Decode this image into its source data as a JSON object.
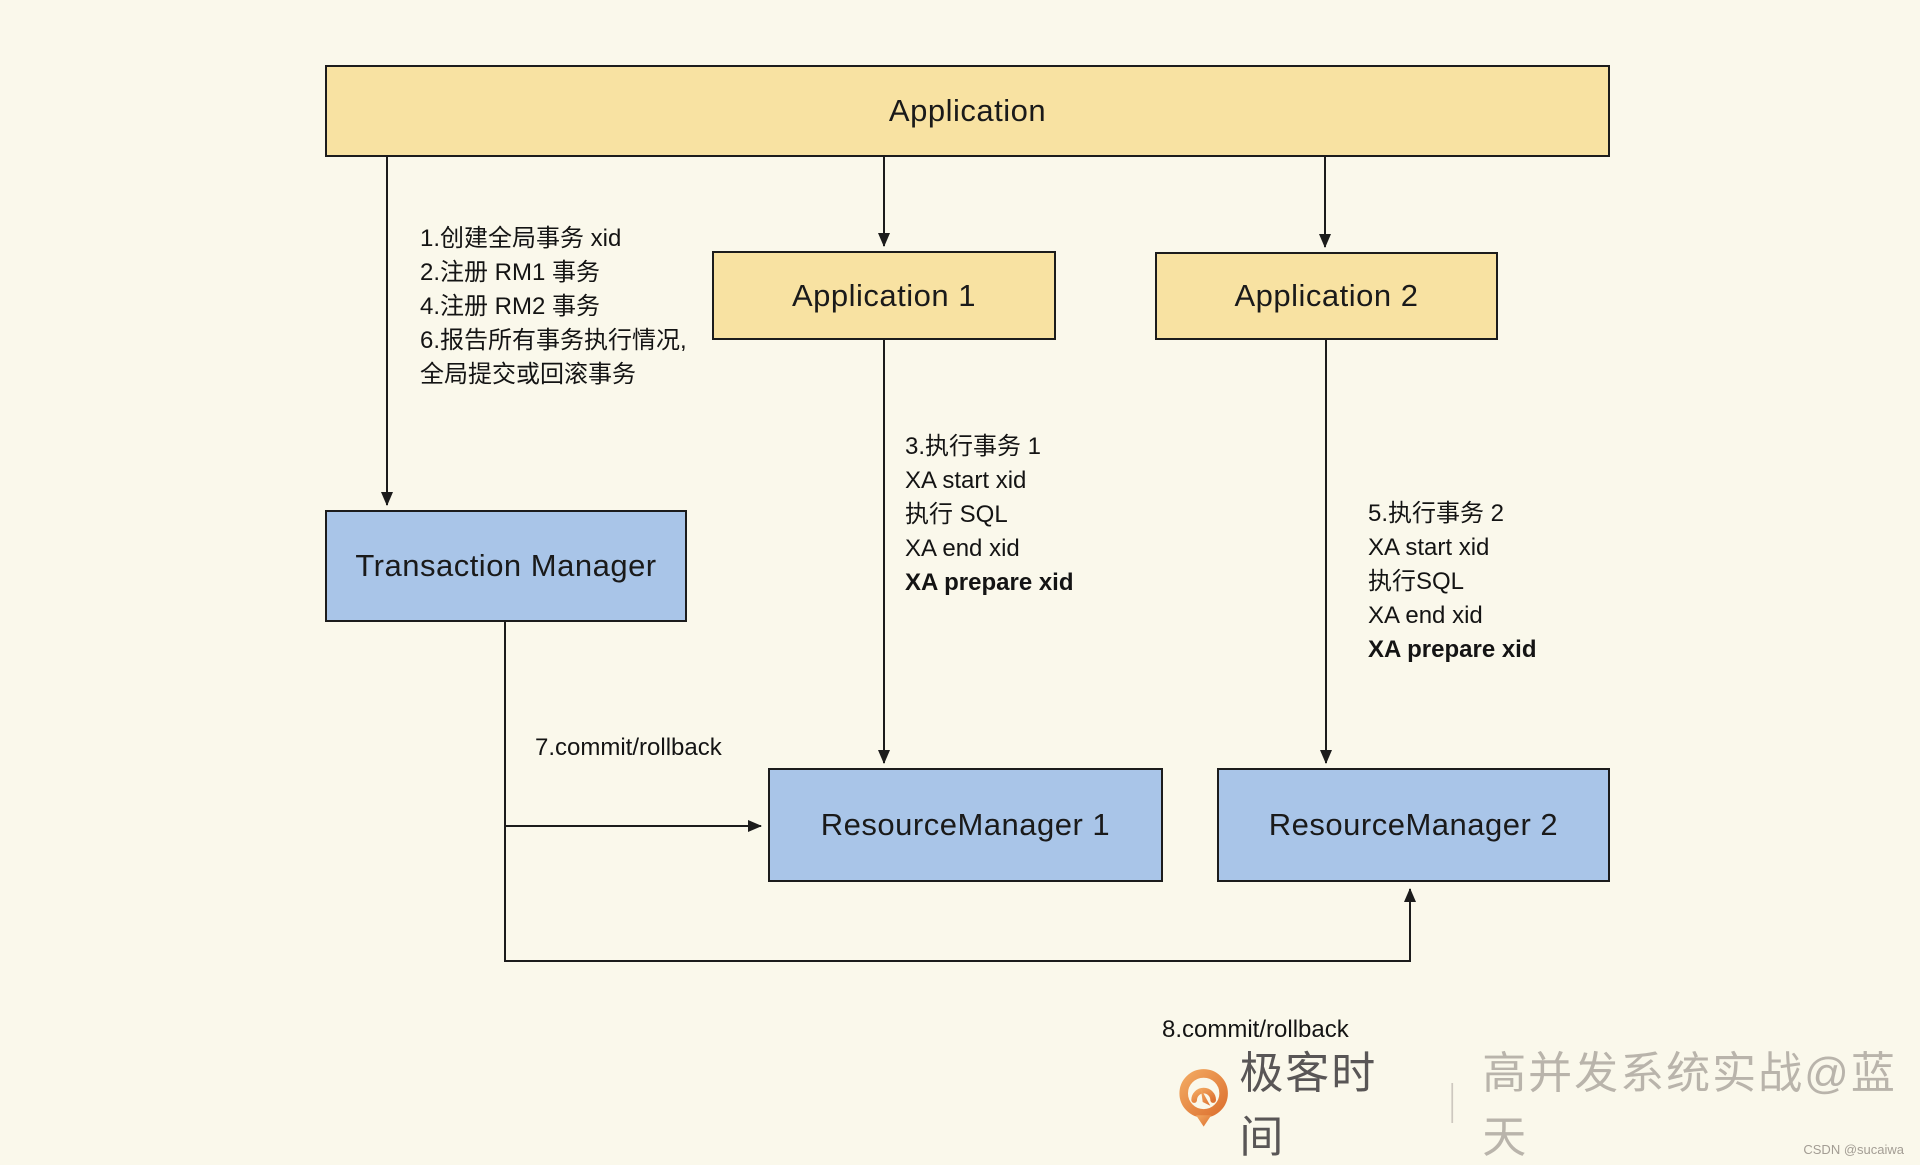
{
  "diagram": {
    "nodes": {
      "application": {
        "label": "Application"
      },
      "application1": {
        "label": "Application 1"
      },
      "application2": {
        "label": "Application 2"
      },
      "transaction_manager": {
        "label": "Transaction Manager"
      },
      "resource_manager1": {
        "label": "ResourceManager 1"
      },
      "resource_manager2": {
        "label": "ResourceManager 2"
      }
    },
    "notes": {
      "tm_steps": {
        "lines": [
          "1.创建全局事务 xid",
          "2.注册 RM1 事务",
          "4.注册 RM2 事务",
          "6.报告所有事务执行情况,",
          "全局提交或回滚事务"
        ]
      },
      "app1_steps": {
        "lines": [
          "3.执行事务 1",
          "XA start xid",
          "执行 SQL",
          "XA end xid",
          "XA prepare xid"
        ]
      },
      "app2_steps": {
        "lines": [
          "5.执行事务 2",
          "XA start xid",
          "执行SQL",
          "XA end xid",
          "XA prepare xid"
        ]
      },
      "label7": "7.commit/rollback",
      "label8": "8.commit/rollback"
    },
    "colors": {
      "background": "#faf8eb",
      "box_yellow": "#f8e2a2",
      "box_blue": "#a9c5e8",
      "border": "#1c1c1c",
      "brand_orange": "#e5813d",
      "brand_text": "#595656",
      "series_text": "#b9b4ab",
      "watermark_text": "#a39d94"
    }
  },
  "footer": {
    "brand": "极客时间",
    "separator": "｜",
    "series_title": "高并发系统实战@蓝天",
    "watermark": "CSDN @sucaiwa"
  }
}
